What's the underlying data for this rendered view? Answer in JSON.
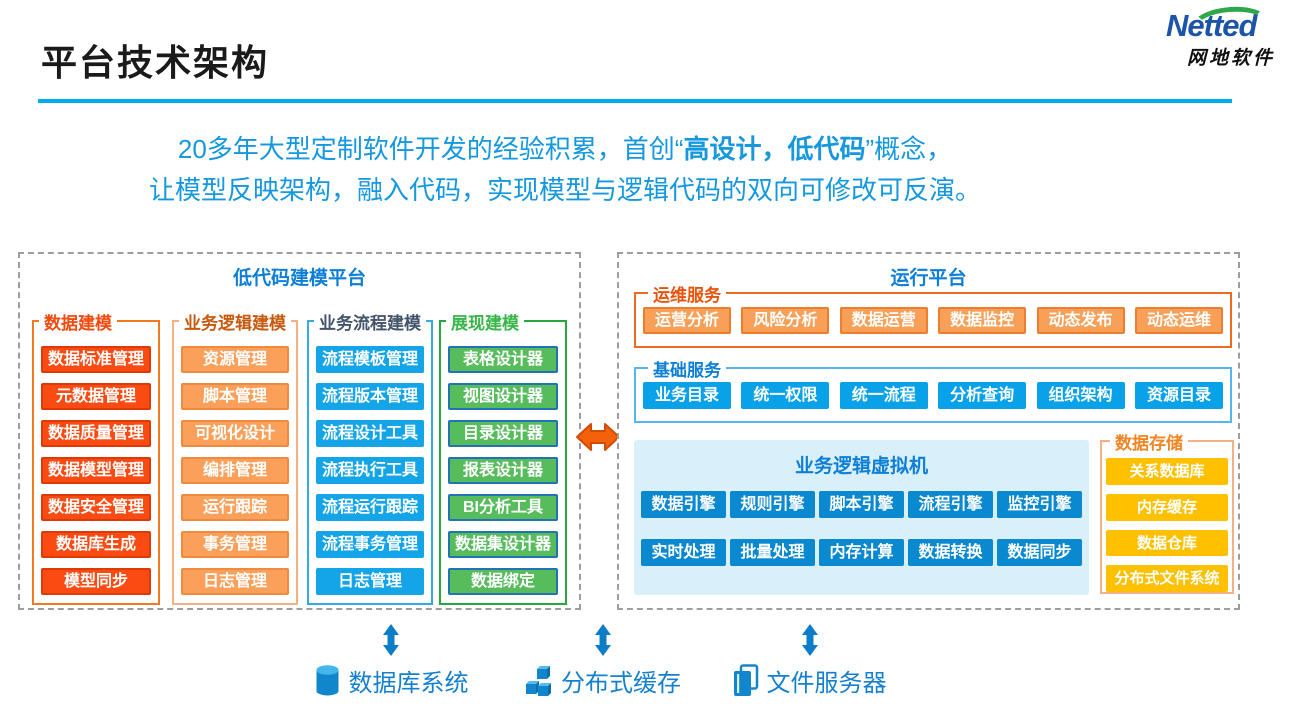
{
  "header": {
    "title": "平台技术架构",
    "logo_text": "Netted",
    "logo_subtitle": "网地软件"
  },
  "intro": {
    "line1_pre": "20多年大型定制软件开发的经验积累，首创“",
    "line1_bold": "高设计，低代码",
    "line1_post": "”概念，",
    "line2": "让模型反映架构，融入代码，实现模型与逻辑代码的双向可修改可反演。"
  },
  "left_panel": {
    "title": "低代码建模平台",
    "columns": [
      {
        "header": "数据建模",
        "items": [
          "数据标准管理",
          "元数据管理",
          "数据质量管理",
          "数据模型管理",
          "数据安全管理",
          "数据库生成",
          "模型同步"
        ]
      },
      {
        "header": "业务逻辑建模",
        "items": [
          "资源管理",
          "脚本管理",
          "可视化设计",
          "编排管理",
          "运行跟踪",
          "事务管理",
          "日志管理"
        ]
      },
      {
        "header": "业务流程建模",
        "items": [
          "流程模板管理",
          "流程版本管理",
          "流程设计工具",
          "流程执行工具",
          "流程运行跟踪",
          "流程事务管理",
          "日志管理"
        ]
      },
      {
        "header": "展现建模",
        "items": [
          "表格设计器",
          "视图设计器",
          "目录设计器",
          "报表设计器",
          "BI分析工具",
          "数据集设计器",
          "数据绑定"
        ]
      }
    ]
  },
  "right_panel": {
    "title": "运行平台",
    "groups": [
      {
        "header": "运维服务",
        "items": [
          "运营分析",
          "风险分析",
          "数据运营",
          "数据监控",
          "动态发布",
          "动态运维"
        ]
      },
      {
        "header": "基础服务",
        "items": [
          "业务目录",
          "统一权限",
          "统一流程",
          "分析查询",
          "组织架构",
          "资源目录"
        ]
      }
    ],
    "vm": {
      "title": "业务逻辑虚拟机",
      "row1": [
        "数据引擎",
        "规则引擎",
        "脚本引擎",
        "流程引擎",
        "监控引擎"
      ],
      "row2": [
        "实时处理",
        "批量处理",
        "内存计算",
        "数据转换",
        "数据同步"
      ]
    },
    "storage": {
      "header": "数据存储",
      "items": [
        "关系数据库",
        "内存缓存",
        "数据仓库",
        "分布式文件系统"
      ]
    }
  },
  "bottom": {
    "items": [
      {
        "icon": "database-icon",
        "label": "数据库系统"
      },
      {
        "icon": "cubes-icon",
        "label": "分布式缓存"
      },
      {
        "icon": "file-server-icon",
        "label": "文件服务器"
      }
    ]
  },
  "colors": {
    "accent_blue": "#00AEEF",
    "intro_blue": "#1598DE",
    "panel_title_blue": "#0E7FD6",
    "red_button": "#FB4B12",
    "light_orange_button": "#FBA05B",
    "blue_button": "#14A5E8",
    "green_button": "#57BC5C",
    "ops_button": "#F9A058",
    "base_button": "#09A2E9",
    "vm_button": "#0A88D0",
    "vm_background": "#D9F0FA",
    "gold_button": "#FFC000",
    "connector_orange": "#F4610A",
    "bottom_arrow_blue": "#0D7DC9"
  }
}
